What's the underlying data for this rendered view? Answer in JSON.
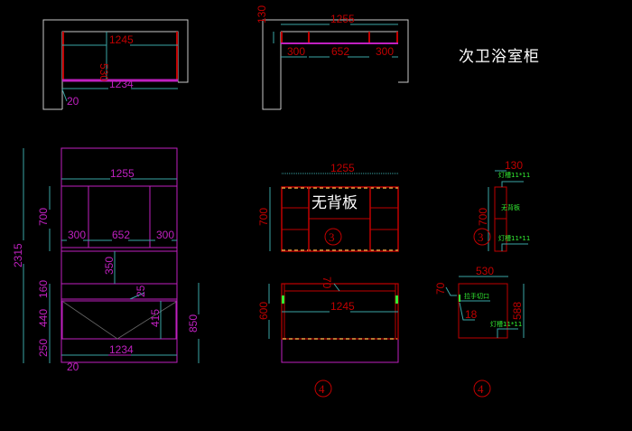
{
  "title": "次卫浴室柜",
  "colors": {
    "background": "#000000",
    "outline_gray": "#c8c8c8",
    "magenta": "#c020c0",
    "red": "#c00000",
    "dim_cyan": "#3aa6a6",
    "green": "#33ee33",
    "white": "#ffffff"
  },
  "top_view_1": {
    "width_label": "1245",
    "depth_label": "530",
    "inner_label": "1234",
    "gap_label": "20"
  },
  "top_view_2": {
    "overall_label": "1255",
    "height_label": "130",
    "left_label": "300",
    "middle_label": "652",
    "right_label": "300"
  },
  "elevation": {
    "overall_height": "2315",
    "top_width": "1255",
    "upper_cabinet_height": "700",
    "left_bay": "300",
    "middle_bay": "652",
    "right_bay": "300",
    "gap_350": "350",
    "shelf_160": "160",
    "drawer_440": "440",
    "plinth_250": "250",
    "thickness_25": "25",
    "drawer_415": "415",
    "base_height_850": "850",
    "base_width": "1234",
    "base_gap": "20"
  },
  "upper_cabinet_front": {
    "width_label": "1255",
    "height_label": "700",
    "note": "无背板",
    "callout": "3"
  },
  "upper_cabinet_side": {
    "depth_label": "130",
    "height_label": "700",
    "top_note": "灯槽11*11",
    "mid_note": "无背板",
    "bottom_note": "灯槽11*11",
    "callout": "3"
  },
  "base_cabinet_front": {
    "width_label": "1245",
    "height_label": "600",
    "top_label": "70",
    "callout": "4"
  },
  "base_cabinet_side": {
    "depth_label": "530",
    "height_label": "588",
    "top_label": "70",
    "handle_note": "拉手切口",
    "handle_label": "18",
    "light_note": "灯槽11*11",
    "callout": "4"
  }
}
